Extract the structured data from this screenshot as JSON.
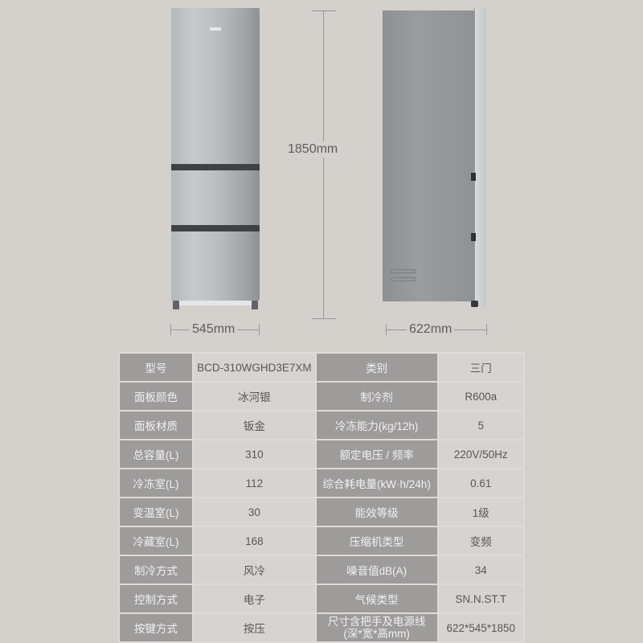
{
  "product": {
    "front_view_alt": "Front view of 3-door refrigerator",
    "side_view_alt": "Side view of refrigerator"
  },
  "dimensions": {
    "height": "1850mm",
    "width": "545mm",
    "depth": "622mm"
  },
  "specs": {
    "rows": [
      {
        "label1": "型号",
        "value1": "BCD-310WGHD3E7XM",
        "label2": "类别",
        "value2": "三门"
      },
      {
        "label1": "面板颜色",
        "value1": "冰河银",
        "label2": "制冷剂",
        "value2": "R600a"
      },
      {
        "label1": "面板材质",
        "value1": "钣金",
        "label2": "冷冻能力(kg/12h)",
        "value2": "5"
      },
      {
        "label1": "总容量(L)",
        "value1": "310",
        "label2": "额定电压 / 频率",
        "value2": "220V/50Hz"
      },
      {
        "label1": "冷冻室(L)",
        "value1": "112",
        "label2": "综合耗电量(kW·h/24h)",
        "value2": "0.61"
      },
      {
        "label1": "变温室(L)",
        "value1": "30",
        "label2": "能效等级",
        "value2": "1级"
      },
      {
        "label1": "冷藏室(L)",
        "value1": "168",
        "label2": "压缩机类型",
        "value2": "变频"
      },
      {
        "label1": "制冷方式",
        "value1": "风冷",
        "label2": "噪音值dB(A)",
        "value2": "34"
      },
      {
        "label1": "控制方式",
        "value1": "电子",
        "label2": "气候类型",
        "value2": "SN.N.ST.T"
      },
      {
        "label1": "按键方式",
        "value1": "按压",
        "label2_line1": "尺寸含把手及电源线",
        "label2_line2": "(深*宽*高mm)",
        "value2": "622*545*1850"
      }
    ]
  }
}
